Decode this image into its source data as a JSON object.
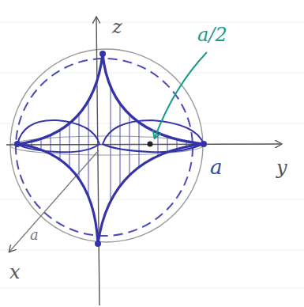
{
  "diagram": {
    "labels": [
      "z",
      "y",
      "x",
      "a",
      "a",
      "a/2"
    ]
  }
}
